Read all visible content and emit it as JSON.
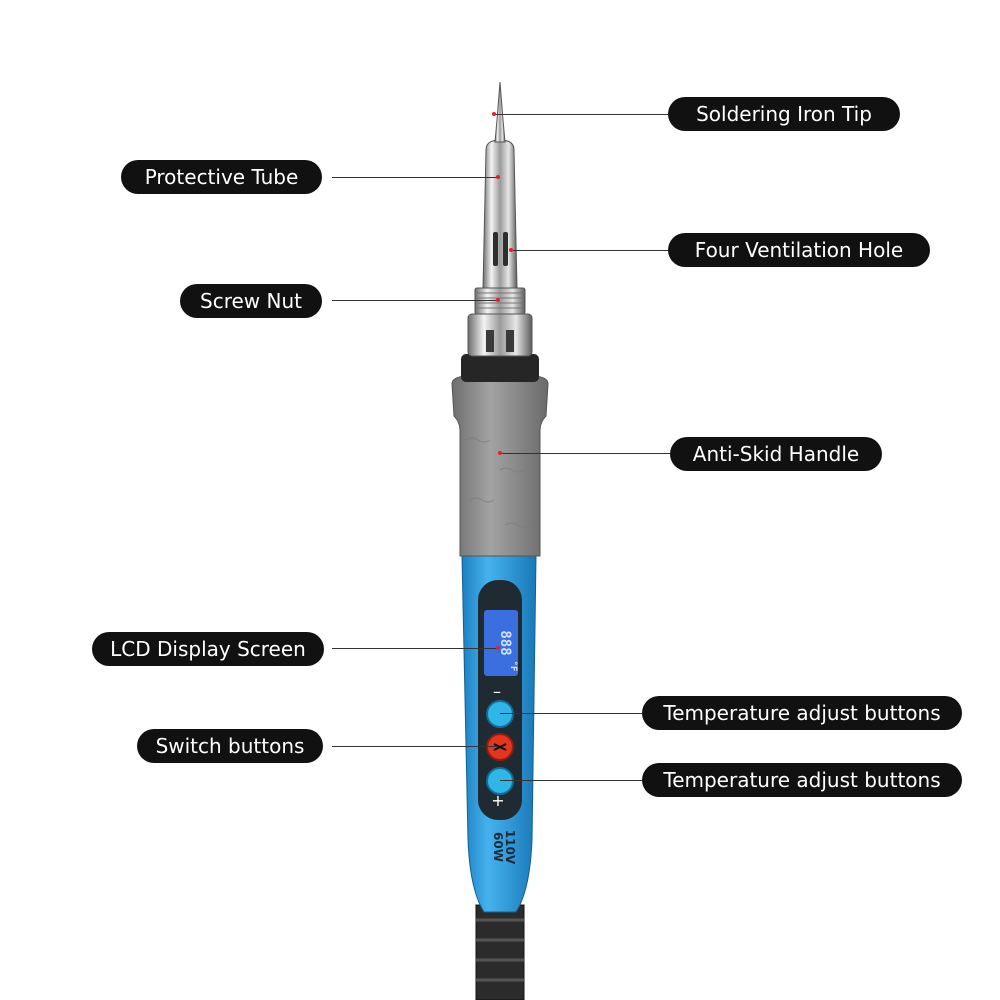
{
  "labels": {
    "tip": "Soldering Iron Tip",
    "protective_tube": "Protective Tube",
    "ventilation": "Four Ventilation Hole",
    "screw_nut": "Screw Nut",
    "handle": "Anti-Skid Handle",
    "lcd": "LCD Display Screen",
    "switch": "Switch buttons",
    "temp_minus": "Temperature adjust buttons",
    "temp_plus": "Temperature adjust buttons"
  },
  "device": {
    "lcd_readout": "888",
    "lcd_unit": "°F",
    "minus_sign": "–",
    "plus_sign": "+",
    "voltage": "110V",
    "wattage": "60W"
  },
  "colors": {
    "body_blue": "#2f9fde",
    "handle_grey": "#8c8c8c",
    "button_cyan": "#2fb6e6",
    "button_red": "#e2361f",
    "label_bg": "#111111",
    "marker_red": "#e1222a"
  }
}
